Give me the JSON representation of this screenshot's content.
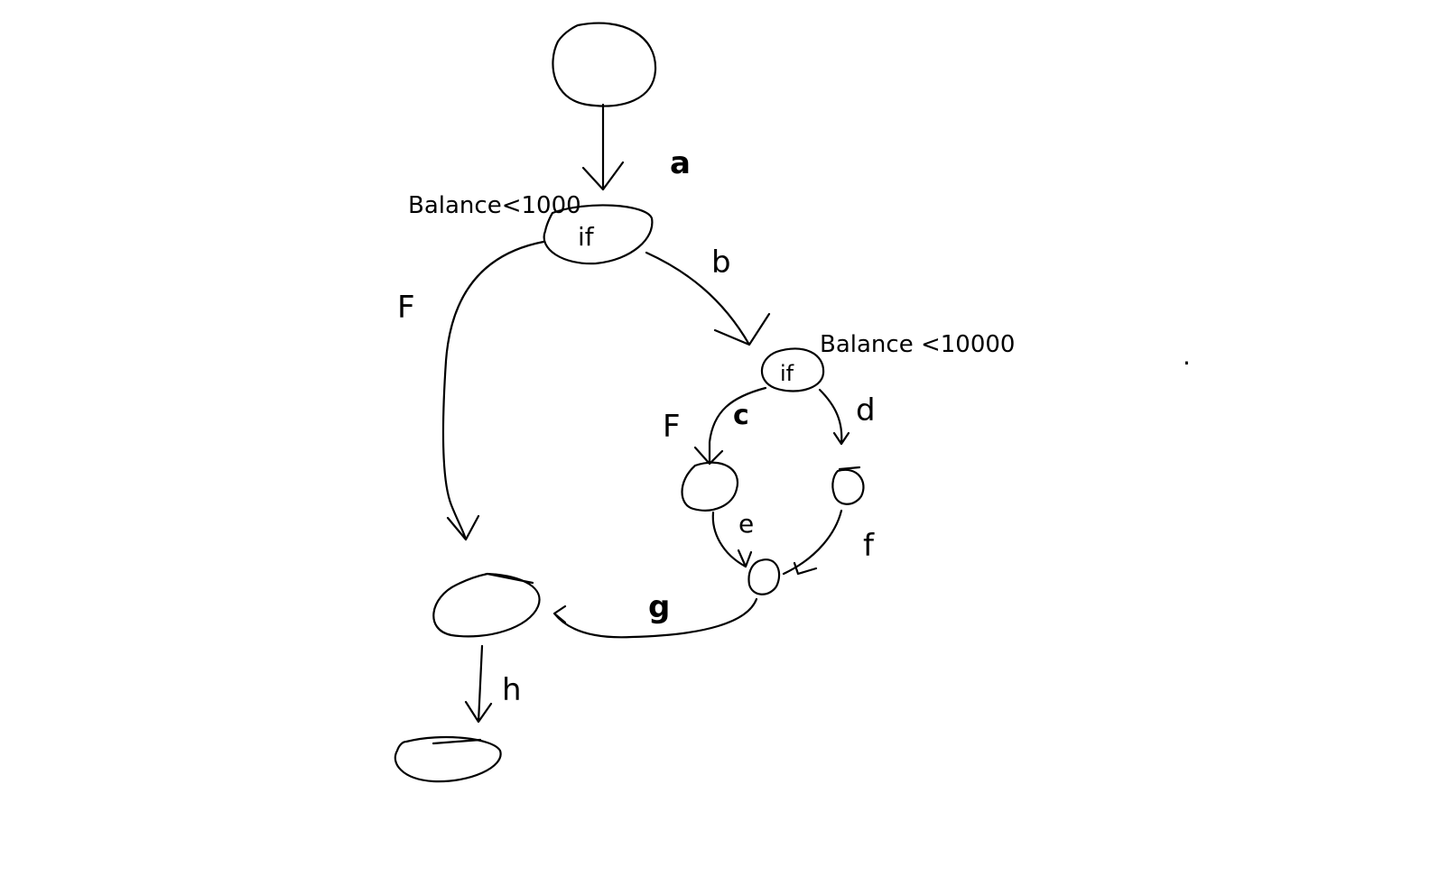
{
  "diagram": {
    "nodes": {
      "if1_label": "if",
      "if2_label": "if"
    },
    "conditions": {
      "if1": "Balance<1000",
      "if2": "Balance <10000"
    },
    "edges": {
      "a": "a",
      "b": "b",
      "c": "c",
      "d": "d",
      "e": "e",
      "f": "f",
      "g": "g",
      "h": "h",
      "F1": "F",
      "F2": "F"
    },
    "stray_mark": "."
  }
}
